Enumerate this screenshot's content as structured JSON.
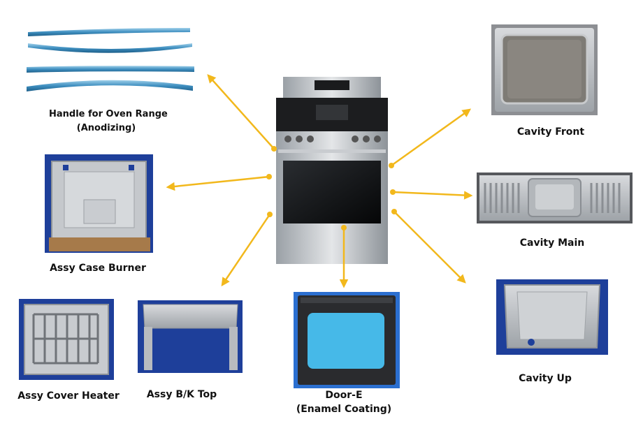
{
  "accent_color": "#f2b81c",
  "center": {
    "name": "gas-oven-range"
  },
  "parts": [
    {
      "id": "handle",
      "label_lines": [
        "Handle for Oven Range",
        "(Anodizing)"
      ]
    },
    {
      "id": "cavity-front",
      "label_lines": [
        "Cavity Front"
      ]
    },
    {
      "id": "assy-case-burner",
      "label_lines": [
        "Assy Case Burner"
      ]
    },
    {
      "id": "cavity-main",
      "label_lines": [
        "Cavity Main"
      ]
    },
    {
      "id": "cavity-up",
      "label_lines": [
        "Cavity Up"
      ]
    },
    {
      "id": "assy-cover-heater",
      "label_lines": [
        "Assy Cover Heater"
      ]
    },
    {
      "id": "assy-bk-top",
      "label_lines": [
        "Assy B/K Top"
      ]
    },
    {
      "id": "door-e",
      "label_lines": [
        "Door-E",
        "(Enamel Coating)"
      ]
    }
  ]
}
